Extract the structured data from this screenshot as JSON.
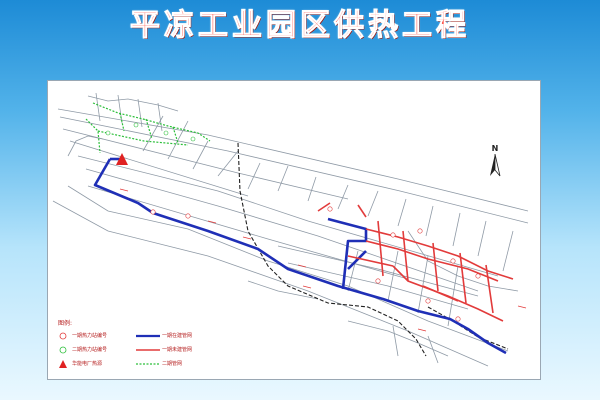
{
  "title": "平凉工业园区供热工程",
  "map": {
    "compass_label": "N",
    "legend": {
      "title": "图例:",
      "items": [
        {
          "label": "一期热力站编号",
          "symbol": "circle-red"
        },
        {
          "label": "二期热力站编号",
          "symbol": "circle-green"
        },
        {
          "label": "华能电厂热源",
          "symbol": "triangle-red"
        },
        {
          "label": "一期在建管网",
          "symbol": "line-blue"
        },
        {
          "label": "一期未建管网",
          "symbol": "line-red"
        },
        {
          "label": "二期管网",
          "symbol": "line-green-dashed"
        }
      ]
    },
    "colors": {
      "phase1_built": "#1f2fb6",
      "phase1_unbuilt": "#e23b3b",
      "phase2": "#2cbf3a",
      "heat_source": "#e02222",
      "roads": "#8f9aa6",
      "railway": "#222222"
    }
  }
}
